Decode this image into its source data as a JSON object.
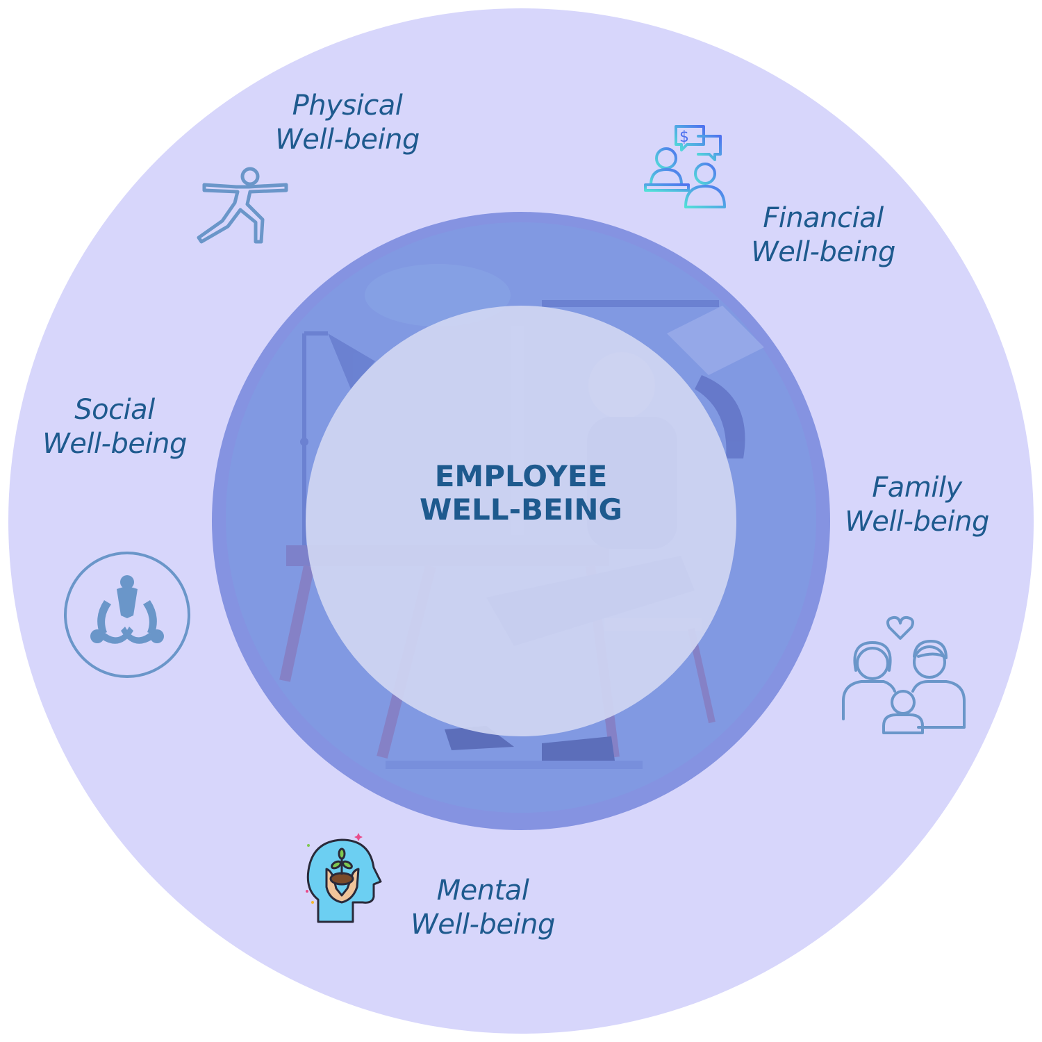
{
  "center": {
    "line1": "EMPLOYEE",
    "line2": "WELL-BEING"
  },
  "segments": [
    {
      "id": "physical",
      "line1": "Physical",
      "line2": "Well-being",
      "icon": "yoga-pose-icon"
    },
    {
      "id": "financial",
      "line1": "Financial",
      "line2": "Well-being",
      "icon": "financial-advisor-icon"
    },
    {
      "id": "social",
      "line1": "Social",
      "line2": "Well-being",
      "icon": "community-circle-icon"
    },
    {
      "id": "family",
      "line1": "Family",
      "line2": "Well-being",
      "icon": "family-heart-icon"
    },
    {
      "id": "mental",
      "line1": "Mental",
      "line2": "Well-being",
      "icon": "mind-growth-icon"
    }
  ],
  "colors": {
    "outer_ring": "#d7d6fb",
    "middle_ring": "#8593e1",
    "inner_circle": "#d2d7f3",
    "text": "#1e5a8e",
    "icon_stroke": "#6a96c9",
    "head_fill": "#6ccff2"
  }
}
